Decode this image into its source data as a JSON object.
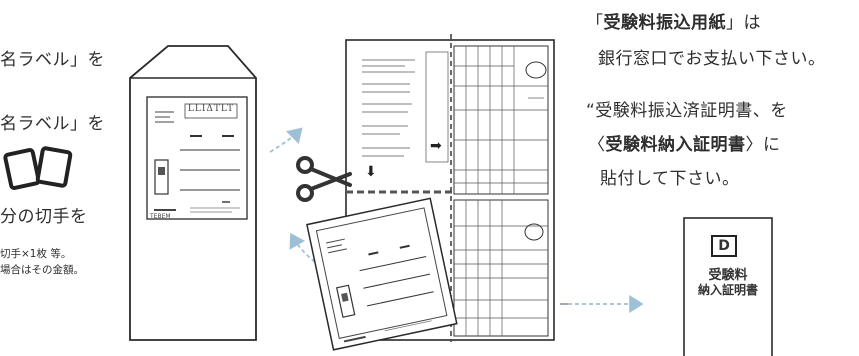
{
  "left_notes": {
    "line1": "名ラベル」を",
    "line2": "名ラベル」を",
    "line3": "分の切手を",
    "note1": "切手×1枚 等。",
    "note2": "場合はその金額。"
  },
  "envelope_label": {
    "top_text": "LLIΔTLT",
    "bottom_text": "TEBEM"
  },
  "right_instructions": {
    "line1_bracket_open": "「",
    "line1_bold": "受験料振込用紙",
    "line1_bracket_close": "」は",
    "line2": "銀行窓口でお支払い下さい。",
    "line3": "“受験料振込済証明書、を",
    "line4_open": "〈",
    "line4_bold": "受験料納入証明書",
    "line4_close": "〉に",
    "line5": "貼付して下さい。"
  },
  "certificate_card": {
    "badge": "D",
    "title_line1": "受験料",
    "title_line2": "納入証明書"
  },
  "colors": {
    "ink": "#2e2e2e",
    "dashed_arrow": "#9fc0d4",
    "scissors": "#333333"
  }
}
